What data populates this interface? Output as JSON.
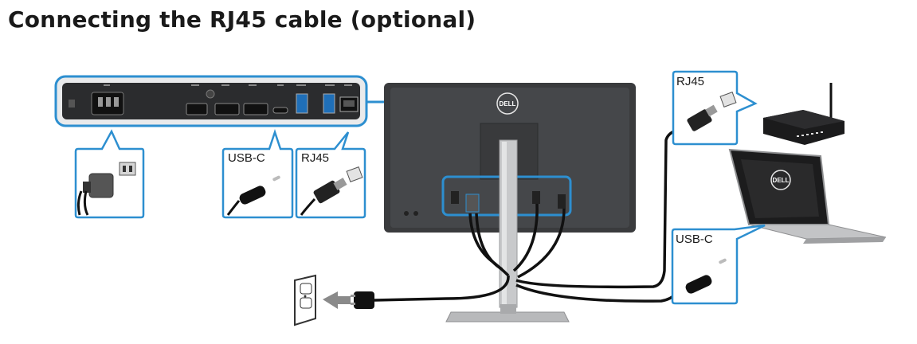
{
  "title": "Connecting the RJ45 cable (optional)",
  "callouts": {
    "usb_c_monitor": "USB-C",
    "rj45_monitor": "RJ45",
    "rj45_router": "RJ45",
    "usb_c_laptop": "USB-C"
  },
  "logos": {
    "monitor_logo": "DELL",
    "laptop_logo": "DELL"
  },
  "colors": {
    "callout_border": "#2d8fd0",
    "cable": "#111111",
    "monitor_body": "#3a3b3d",
    "stand": "#c8c9cb"
  }
}
